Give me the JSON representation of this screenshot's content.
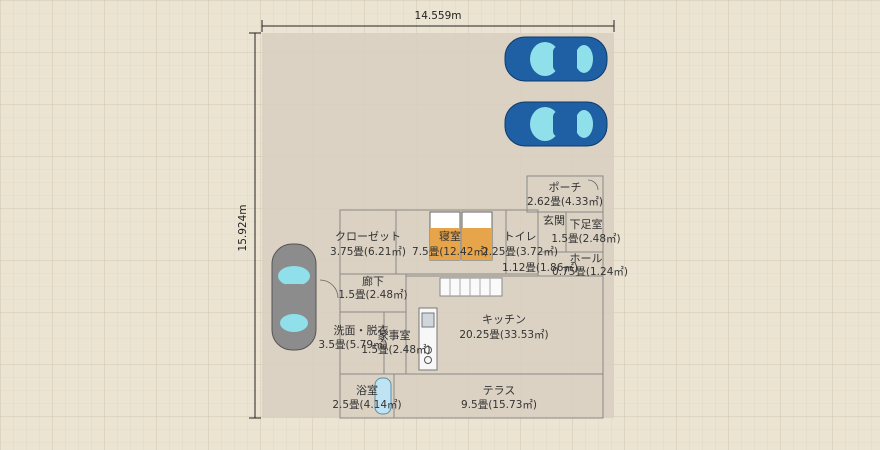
{
  "dimensions": {
    "width": "14.559m",
    "height": "15.924m"
  },
  "rooms": [
    {
      "id": "porch",
      "name": "ポーチ",
      "area": "2.62畳(4.33㎡)"
    },
    {
      "id": "closet",
      "name": "クローゼット",
      "area": "3.75畳(6.21㎡)"
    },
    {
      "id": "bedroom",
      "name": "寝室",
      "area": "7.5畳(12.42㎡)"
    },
    {
      "id": "toilet",
      "name": "トイレ",
      "area": "2.25畳(3.72㎡)"
    },
    {
      "id": "entrance",
      "name": "玄関",
      "area": "1.12畳(1.86㎡)"
    },
    {
      "id": "shoe-room",
      "name": "下足室",
      "area": "1.5畳(2.48㎡)"
    },
    {
      "id": "hall",
      "name": "ホール",
      "area": "0.75畳(1.24㎡)"
    },
    {
      "id": "corridor",
      "name": "廊下",
      "area": "1.5畳(2.48㎡)"
    },
    {
      "id": "kitchen",
      "name": "キッチン",
      "area": "20.25畳(33.53㎡)"
    },
    {
      "id": "washroom",
      "name": "洗面・脱衣",
      "area": "3.5畳(5.79㎡)"
    },
    {
      "id": "storage",
      "name": "家事室",
      "area": "1.5畳(2.48㎡)"
    },
    {
      "id": "bath",
      "name": "浴室",
      "area": "2.5畳(4.14㎡)"
    },
    {
      "id": "terrace",
      "name": "テラス",
      "area": "9.5畳(15.73㎡)"
    }
  ],
  "colors": {
    "background": "#ece4d3",
    "lot": "#d8cfbf",
    "wood": "#d9a066",
    "wood_dark": "#a27a5a",
    "tile": "#f4f2ec",
    "terrace": "#e6ecd6",
    "car_blue": "#1f5fa3",
    "car_gray": "#8c8c8c",
    "car_glass": "#8fe0ea"
  }
}
